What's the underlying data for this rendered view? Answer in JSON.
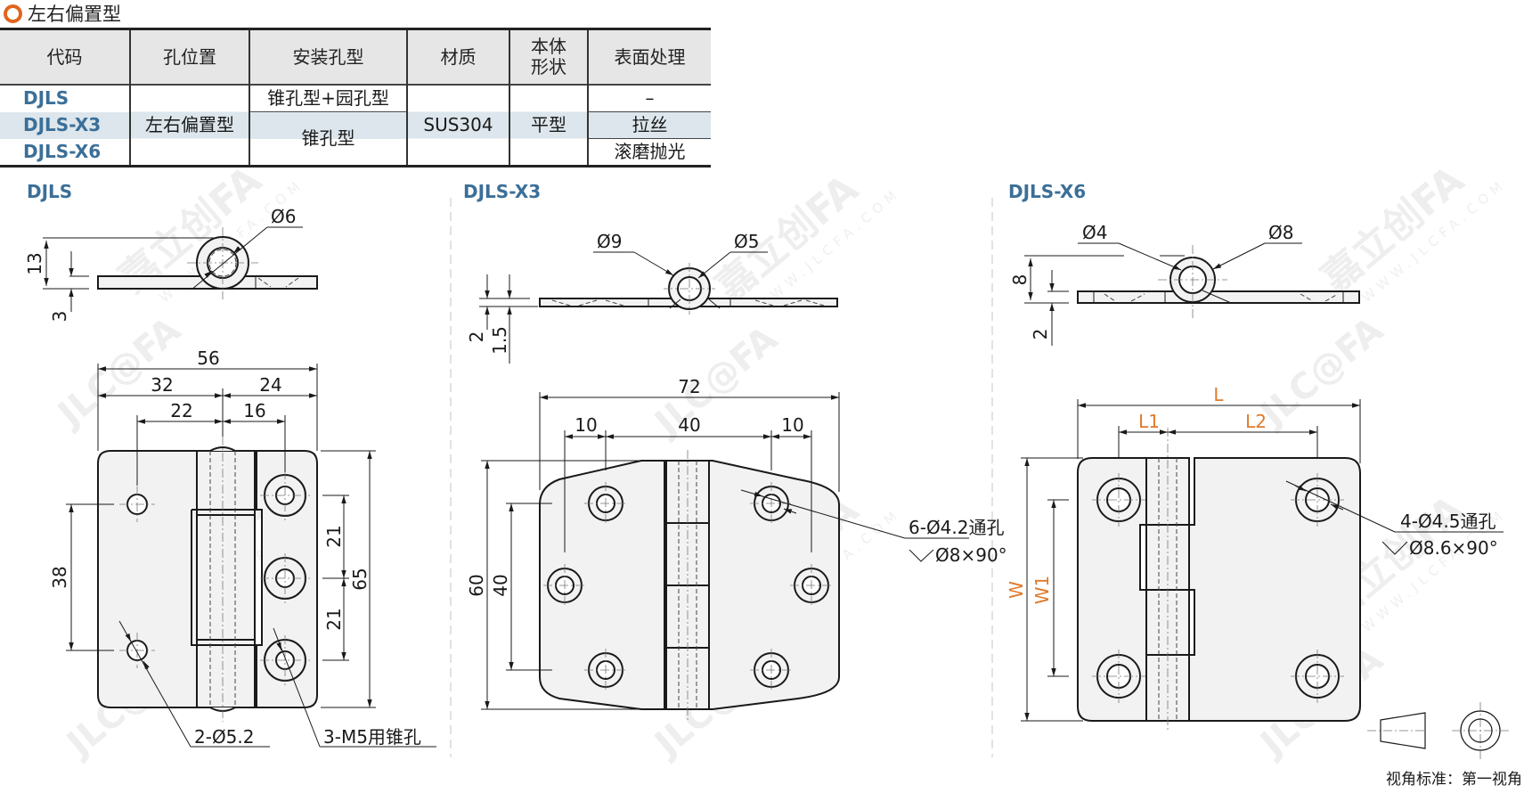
{
  "section_title": "左右偏置型",
  "colors": {
    "accent_orange": "#e0651d",
    "code_blue": "#3b6f98",
    "header_bg": "#e6e6e6",
    "highlight_row": "#dce6ec"
  },
  "table": {
    "headers": [
      "代码",
      "孔位置",
      "安装孔型",
      "材质",
      "本体\n形状",
      "表面处理"
    ],
    "header_body_shape_line1": "本体",
    "header_body_shape_line2": "形状",
    "rows": [
      {
        "code": "DJLS",
        "surface": "–"
      },
      {
        "code": "DJLS-X3",
        "surface": "拉丝"
      },
      {
        "code": "DJLS-X6",
        "surface": "滚磨抛光"
      }
    ],
    "hole_position": "左右偏置型",
    "mount_hole_type_djls": "锥孔型+园孔型",
    "mount_hole_type_x": "锥孔型",
    "material": "SUS304",
    "body_shape": "平型"
  },
  "drawings": {
    "djls": {
      "label": "DJLS",
      "side_view": {
        "pin_diameter": "Ø6",
        "height": "13",
        "thickness": "3"
      },
      "front_view": {
        "overall_length": "56",
        "left_leaf": "32",
        "right_leaf": "24",
        "left_hole_offset": "22",
        "right_hole_offset": "16",
        "left_hole_pitch": "38",
        "right_hole_pitch_1": "21",
        "right_hole_pitch_2": "21",
        "overall_width": "65",
        "note_round_holes": "2-Ø5.2",
        "note_countersunk": "3-M5用锥孔"
      }
    },
    "djls_x3": {
      "label": "DJLS-X3",
      "side_view": {
        "knuckle_outer": "Ø9",
        "pin_diameter": "Ø5",
        "thickness_1": "2",
        "thickness_2": "1.5"
      },
      "front_view": {
        "overall_length": "72",
        "edge_offset_left": "10",
        "hole_span": "40",
        "edge_offset_right": "10",
        "overall_width": "60",
        "hole_pitch": "40",
        "note_holes": "6-Ø4.2通孔",
        "note_countersink": "Ø8×90°"
      }
    },
    "djls_x6": {
      "label": "DJLS-X6",
      "side_view": {
        "pin_diameter": "Ø4",
        "knuckle_outer": "Ø8",
        "height": "8",
        "thickness": "2"
      },
      "front_view": {
        "overall_length": "L",
        "left_offset": "L1",
        "right_offset": "L2",
        "overall_width": "W",
        "hole_pitch": "W1",
        "note_holes": "4-Ø4.5通孔",
        "note_countersink": "Ø8.6×90°"
      }
    }
  },
  "watermark": {
    "brand": "嘉立创FA",
    "logo": "JLC@FA",
    "url": "WWW.JLCFA.COM"
  },
  "projection_note": "视角标准：第一视角"
}
